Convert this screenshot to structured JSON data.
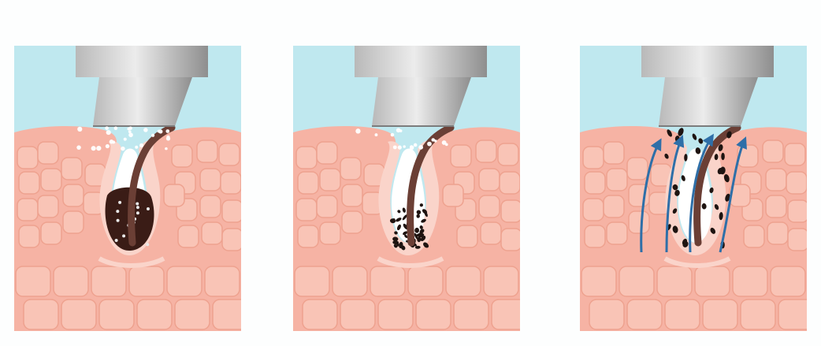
{
  "colors": {
    "background": "#ffffff",
    "sky": "#bfe8ef",
    "skin": "#f6b3a4",
    "skin_light": "#fad4ca",
    "cell": "#f9c4b6",
    "cell_line": "#eea28f",
    "follicle_inner": "#ffffff",
    "bulb": "#3a1c16",
    "hair": "#6b3f35",
    "dirt": "#1e1411",
    "arrow": "#2e6fa8",
    "nozzle_light": "#ececec",
    "nozzle_mid": "#b9b9b9",
    "nozzle_dark": "#8e8e8e"
  },
  "panels": [
    {
      "id": "panel-1",
      "stage": "clogged",
      "icons": [
        "nozzle-icon",
        "clogged-pore-icon",
        "water-droplets-icon"
      ]
    },
    {
      "id": "panel-2",
      "stage": "loosened",
      "icons": [
        "nozzle-icon",
        "loosened-debris-icon",
        "water-droplets-icon"
      ]
    },
    {
      "id": "panel-3",
      "stage": "extracted",
      "icons": [
        "nozzle-icon",
        "suction-arrows-icon",
        "extracted-debris-icon"
      ]
    }
  ]
}
